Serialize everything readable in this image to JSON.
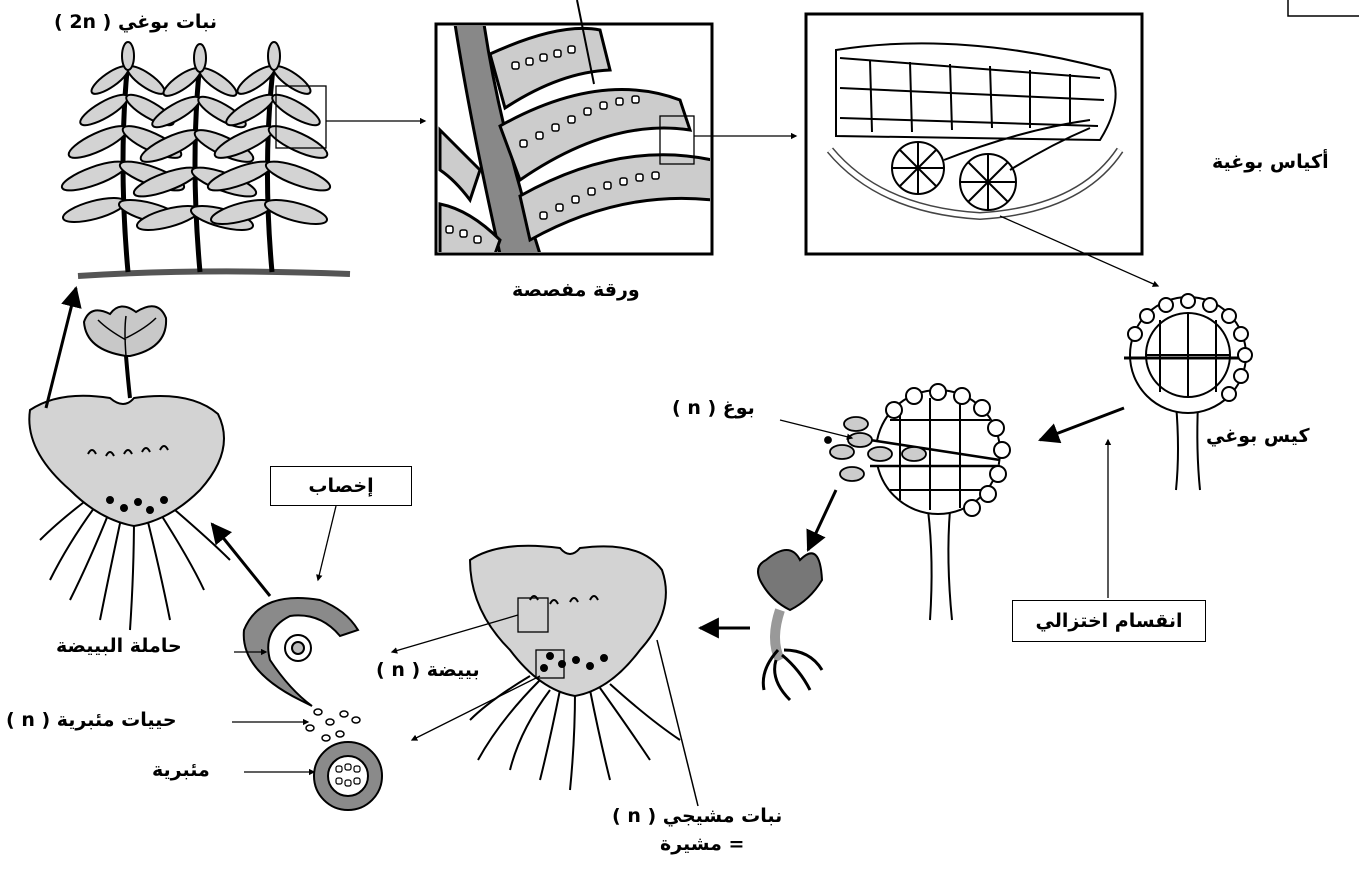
{
  "labels": {
    "sporophyte": "نبات بوغي ( 2n )",
    "enlarged_leaf": "ورقة مفصصة",
    "sporangia": "أكياس بوغية",
    "sporangium": "كيس بوغي",
    "spore": "بوغ ( n )",
    "meiosis": "انقسام اختزالي",
    "fertilization": "إخصاب",
    "archegonium": "حاملة البييضة",
    "egg": "بييضة ( n )",
    "sperm": "حييات مئبرية ( n )",
    "antheridium": "مئبرية",
    "gametophyte_line1": "نبات مشيجي ( n )",
    "gametophyte_line2": "= مشيرة"
  }
}
